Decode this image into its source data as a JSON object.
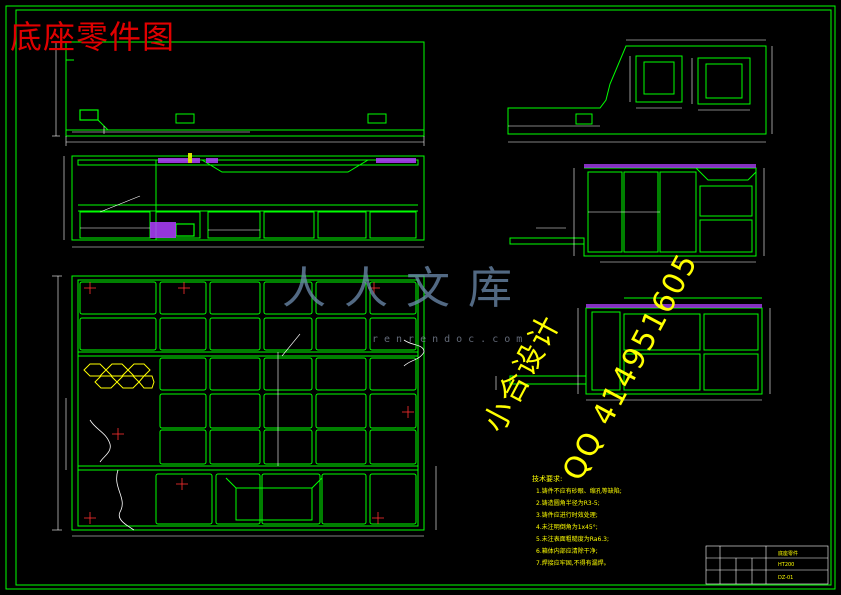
{
  "drawing": {
    "title": "底座零件图",
    "watermark": "人人文库",
    "watermark_url": "renrendoc.com",
    "stamp_line1": "小合设计",
    "stamp_line2": "QQ 414951605"
  },
  "notes": {
    "heading": "技术要求:",
    "items": [
      "1.铸件不应有砂眼、缩孔等缺陷;",
      "2.铸造圆角半径为R3-5;",
      "3.铸件应进行时效处理;",
      "4.未注明倒角为1x45°;",
      "5.未注表面粗糙度为Ra6.3;",
      "6.箱体内部应清除干净;",
      "7.焊接应牢固,不得有漏焊。"
    ]
  },
  "title_block": {
    "part_name": "底座零件",
    "material": "HT200",
    "drawing_no": "DZ-01"
  },
  "colors": {
    "background": "#000000",
    "outline": "#00ff00",
    "dimension": "#ffffff",
    "center_line": "#ff3030",
    "hatch": "#b040ff",
    "title": "#e00000",
    "annotation": "#ffff00"
  }
}
